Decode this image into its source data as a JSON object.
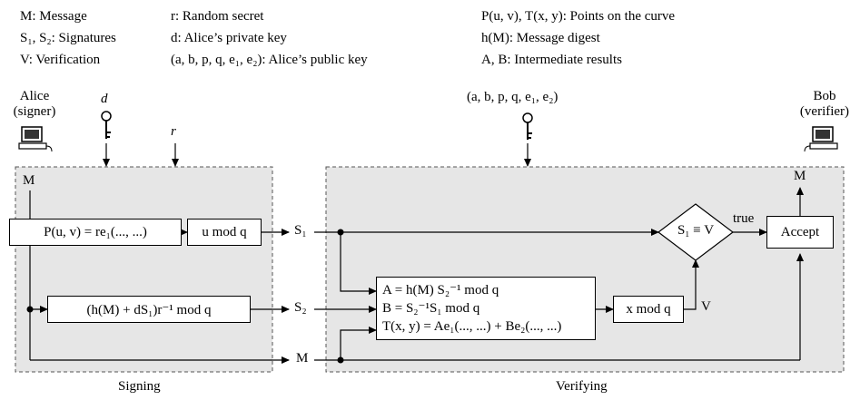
{
  "legend": {
    "col1": [
      "M: Message",
      "S₁, S₂: Signatures",
      "V: Verification"
    ],
    "col2": [
      "r: Random secret",
      "d: Alice’s private key",
      "(a, b, p, q, e₁, e₂): Alice’s public key"
    ],
    "col3": [
      "P(u, v), T(x, y): Points on the curve",
      "h(M): Message digest",
      "A, B: Intermediate results"
    ]
  },
  "actors": {
    "alice": {
      "name": "Alice",
      "role": "(signer)"
    },
    "bob": {
      "name": "Bob",
      "role": "(verifier)"
    }
  },
  "inputs": {
    "private_key": "d",
    "random_secret": "r",
    "public_key": "(a, b, p, q, e₁, e₂)"
  },
  "signing": {
    "caption": "Signing",
    "message_label": "M",
    "box_point": "P(u, v) = re₁(..., ...)",
    "box_umod": "u mod q",
    "box_s2": "(h(M) + dS₁)r⁻¹ mod q"
  },
  "channel": {
    "s1": "S₁",
    "s2": "S₂",
    "m": "M"
  },
  "verifying": {
    "caption": "Verifying",
    "box_lines": [
      "A = h(M) S₂⁻¹ mod q",
      "B = S₂⁻¹S₁ mod q",
      "T(x, y) = Ae₁(..., ...) + Be₂(..., ...)"
    ],
    "box_xmod": "x mod q",
    "v_label": "V",
    "compare": "S₁ ≡ V",
    "true_label": "true",
    "accept": "Accept",
    "output_m": "M"
  },
  "colors": {
    "panel_fill": "#e6e6e6",
    "panel_border": "#555555"
  }
}
